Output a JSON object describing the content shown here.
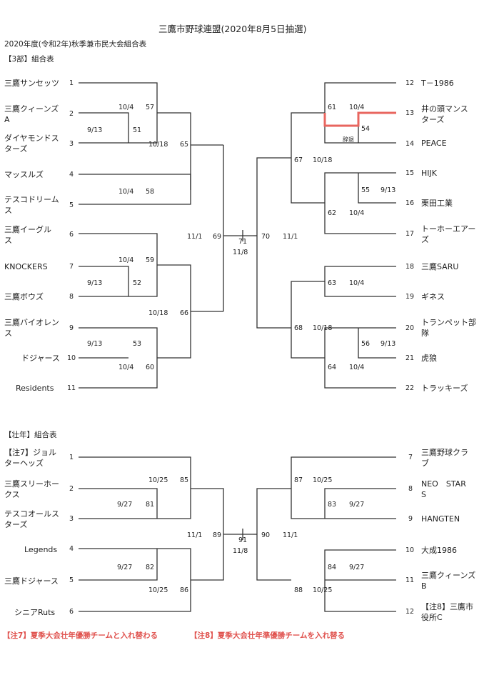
{
  "header": {
    "title": "三鷹市野球連盟(2020年8月5日抽選)",
    "subtitle": "2020年度(令和2年)秋季兼市民大会組合表"
  },
  "div3": {
    "heading": "【3部】組合表",
    "left_teams": [
      {
        "name": "三鷹サンセッツ",
        "seed": "1"
      },
      {
        "name": "三鷹クィーンズ\nA",
        "seed": "2"
      },
      {
        "name": "ダイヤモンドス\nターズ",
        "seed": "3"
      },
      {
        "name": "マッスルズ",
        "seed": "4"
      },
      {
        "name": "テスコドリーム\nス",
        "seed": "5"
      },
      {
        "name": "三鷹イーグル\nス",
        "seed": "6"
      },
      {
        "name": "KNOCKERS",
        "seed": "7"
      },
      {
        "name": "三鷹ボウズ",
        "seed": "8"
      },
      {
        "name": "三鷹バイオレン\nス",
        "seed": "9"
      },
      {
        "name": "ドジャース",
        "seed": "10"
      },
      {
        "name": "Residents",
        "seed": "11"
      }
    ],
    "right_teams": [
      {
        "name": "T－1986",
        "seed": "12"
      },
      {
        "name": "井の頭マンス\nターズ",
        "seed": "13"
      },
      {
        "name": "PEACE",
        "seed": "14"
      },
      {
        "name": "HIJK",
        "seed": "15"
      },
      {
        "name": "栗田工業",
        "seed": "16"
      },
      {
        "name": "トーホーエアー\nズ",
        "seed": "17"
      },
      {
        "name": "三鷹SARU",
        "seed": "18"
      },
      {
        "name": "ギネス",
        "seed": "19"
      },
      {
        "name": "トランペット部\n隊",
        "seed": "20"
      },
      {
        "name": "虎狼",
        "seed": "21"
      },
      {
        "name": "トラッキーズ",
        "seed": "22"
      }
    ],
    "games": {
      "g51": "51",
      "g52": "52",
      "g53": "53",
      "g54": "54",
      "g55": "55",
      "g56": "56",
      "g57": "57",
      "g58": "58",
      "g59": "59",
      "g60": "60",
      "g61": "61",
      "g62": "62",
      "g63": "63",
      "g64": "64",
      "g65": "65",
      "g66": "66",
      "g67": "67",
      "g68": "68",
      "g69": "69",
      "g70": "70",
      "g71": "71"
    },
    "dates": {
      "d51": "9/13",
      "d52": "9/13",
      "d53": "9/13",
      "d55": "9/13",
      "d56": "9/13",
      "d57": "10/4",
      "d58": "10/4",
      "d59": "10/4",
      "d60": "10/4",
      "d61": "10/4",
      "d62": "10/4",
      "d63": "10/4",
      "d64": "10/4",
      "d65": "10/18",
      "d66": "10/18",
      "d67": "10/18",
      "d68": "10/18",
      "d69": "11/1",
      "d70": "11/1",
      "d71": "11/8"
    },
    "forfeit_label": "辞退"
  },
  "senior": {
    "heading": "【壮年】組合表",
    "left_teams": [
      {
        "name": "【注7】ジョル\nターヘッズ",
        "seed": "1"
      },
      {
        "name": "三鷹スリーホー\nクス",
        "seed": "2"
      },
      {
        "name": "テスコオールス\nターズ",
        "seed": "3"
      },
      {
        "name": "Legends",
        "seed": "4"
      },
      {
        "name": "三鷹ドジャース",
        "seed": "5"
      },
      {
        "name": "シニアRuts",
        "seed": "6"
      }
    ],
    "right_teams": [
      {
        "name": "三鷹野球クラ\nブ",
        "seed": "7"
      },
      {
        "name": "NEO　STAR\nS",
        "seed": "8"
      },
      {
        "name": "HANGTEN",
        "seed": "9"
      },
      {
        "name": "大成1986",
        "seed": "10"
      },
      {
        "name": "三鷹クィーンズ\nB",
        "seed": "11"
      },
      {
        "name": "【注8】三鷹市\n役所C",
        "seed": "12"
      }
    ],
    "games": {
      "g81": "81",
      "g82": "82",
      "g83": "83",
      "g84": "84",
      "g85": "85",
      "g86": "86",
      "g87": "87",
      "g88": "88",
      "g89": "89",
      "g90": "90",
      "g91": "91"
    },
    "dates": {
      "d81": "9/27",
      "d82": "9/27",
      "d83": "9/27",
      "d84": "9/27",
      "d85": "10/25",
      "d86": "10/25",
      "d87": "10/25",
      "d88": "10/25",
      "d89": "11/1",
      "d90": "11/1",
      "d91": "11/8"
    }
  },
  "notes": {
    "note7": "【注7】夏季大会壮年優勝チームと入れ替わる",
    "note8": "【注8】夏季大会壮年準優勝チームを入れ替る"
  },
  "colors": {
    "winner_line": "#e8665f",
    "note_text": "#e0534f"
  }
}
